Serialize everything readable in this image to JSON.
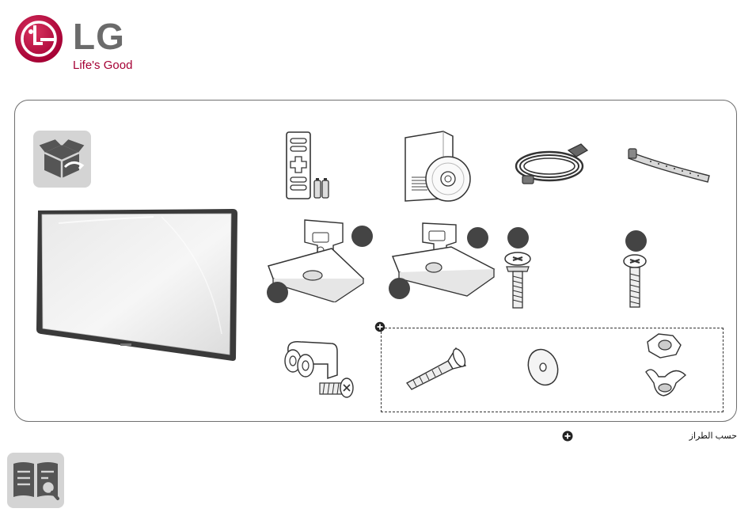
{
  "brand": {
    "wordmark": "LG",
    "tagline": "Life's Good",
    "primary_color": "#a50034",
    "gray_color": "#6b6b6b"
  },
  "icons": {
    "box": "box-contents-icon",
    "manual": "manual-magnifier-icon",
    "optional": "plus-circle-icon"
  },
  "note": {
    "text": "حسب الطراز"
  }
}
